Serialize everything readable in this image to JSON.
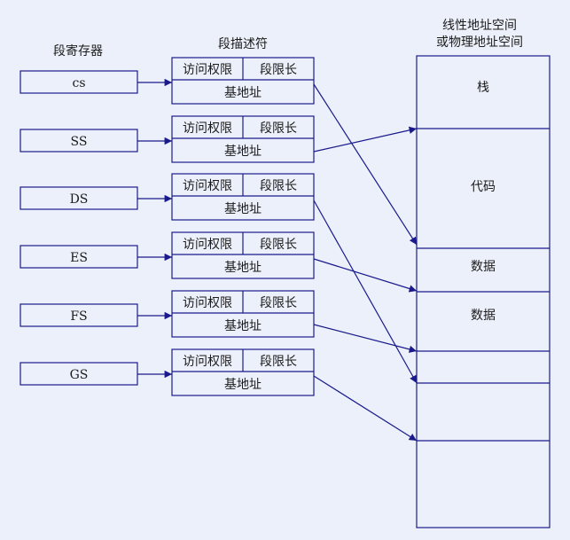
{
  "headers": {
    "registers": "段寄存器",
    "descriptors": "段描述符",
    "space_line1": "线性地址空间",
    "space_line2": "或物理地址空间"
  },
  "registers": [
    {
      "label": "cs"
    },
    {
      "label": "SS"
    },
    {
      "label": "DS"
    },
    {
      "label": "ES"
    },
    {
      "label": "FS"
    },
    {
      "label": "GS"
    }
  ],
  "descriptor": {
    "access": "访问权限",
    "limit": "段限长",
    "base": "基地址"
  },
  "memory_blocks": [
    {
      "label": "栈"
    },
    {
      "label": "代码"
    },
    {
      "label": "数据"
    },
    {
      "label": "数据"
    },
    {
      "label": ""
    },
    {
      "label": ""
    },
    {
      "label": ""
    }
  ],
  "colors": {
    "line": "#1a1a8c",
    "background": "#ecf0fa",
    "text": "#1b1b1b"
  }
}
